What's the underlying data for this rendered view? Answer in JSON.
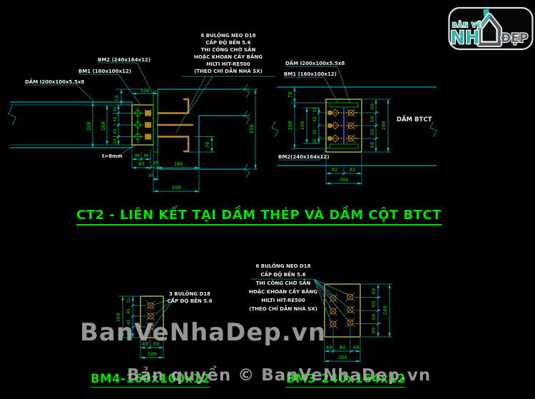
{
  "logo": {
    "banve": "BẢN VẼ",
    "nh": "NH",
    "dep": "ĐẸP"
  },
  "watermarks": {
    "center": "BanVeNhaDep.vn",
    "bottom": "Bản quyền © BanVeNhaDep.vn"
  },
  "titles": {
    "main": "CT2 - LIÊN KẾT TẠI DẦM THÉP VÀ DẦM CỘT BTCT",
    "bm4": "BM4-160x100x12",
    "bm3": "BM3-240x164x12"
  },
  "colors": {
    "background": "#000000",
    "line_cyan": "#00d4d4",
    "dim_green": "#00dc00",
    "plate_yellow": "#ffff66",
    "anchor_orange": "#bd8a32",
    "title_green": "#00e100",
    "watermark_gray": "#9a9a9a",
    "logo_teal": "#35b5a9",
    "logo_gray": "#565b5f"
  },
  "d1": {
    "note": [
      "6 BULÔNG NEO D18",
      "CẤP ĐỘ BỀN 5.6",
      "THI CÔNG CHỜ SẴN",
      "HOẶC KHOAN CẤY BẰNG",
      "HILTI HIT-RE500",
      "(THEO CHỈ DẪN NHÀ SX)"
    ],
    "labels": {
      "bm2": "BM2 (240x164x12)",
      "bm1": "BM1 (160x100x12)",
      "beam": "DẦM I200x100x5.5x8",
      "t": "t=8mm"
    },
    "dims": {
      "v70": "70",
      "h100": "100",
      "v200": "200",
      "v160": "160",
      "sub": [
        "35",
        "45",
        "45",
        "35"
      ],
      "b40a": "40",
      "b40b": "40",
      "b80": "80",
      "b10a": "10",
      "b180": "180",
      "b10b": "10",
      "b200": "200",
      "r350": "350",
      "r70": "70"
    }
  },
  "d2": {
    "labels": {
      "beam": "DẦM I200x100x5.5x8",
      "bm1": "BM1 (160x100x12)",
      "bm2": "BM2(240x164x12)",
      "btct": "DẦM BTCT"
    },
    "dims": {
      "v70": "70",
      "v200": "200",
      "v160": "160",
      "sub": [
        "35",
        "45",
        "45",
        "35"
      ],
      "r60": [
        "60",
        "60",
        "60",
        "60"
      ],
      "r240": "240",
      "b82": [
        "82",
        "82"
      ],
      "b164": "164"
    }
  },
  "d3": {
    "note": [
      "3 BULÔNG D18",
      "CẤP ĐỘ BỀN 5.6"
    ],
    "dims": {
      "v160": "160",
      "sub": [
        "35",
        "45",
        "45",
        "35"
      ],
      "b40": "40",
      "b60": "60",
      "b100": "100"
    }
  },
  "d4": {
    "note": [
      "6 BULÔNG NEO D18",
      "CẤP ĐỘ BỀN 5.6",
      "THI CÔNG CHỜ SẴN",
      "HOẶC KHOAN CẤY BẰNG",
      "HILTI HIT-RE500",
      "(THEO CHỈ DẪN NHÀ SX)"
    ],
    "dims": {
      "r60": [
        "60",
        "60",
        "60",
        "60"
      ],
      "r240": "240",
      "b40a": "40",
      "b84": "84",
      "b40b": "40",
      "b164": "164"
    }
  }
}
